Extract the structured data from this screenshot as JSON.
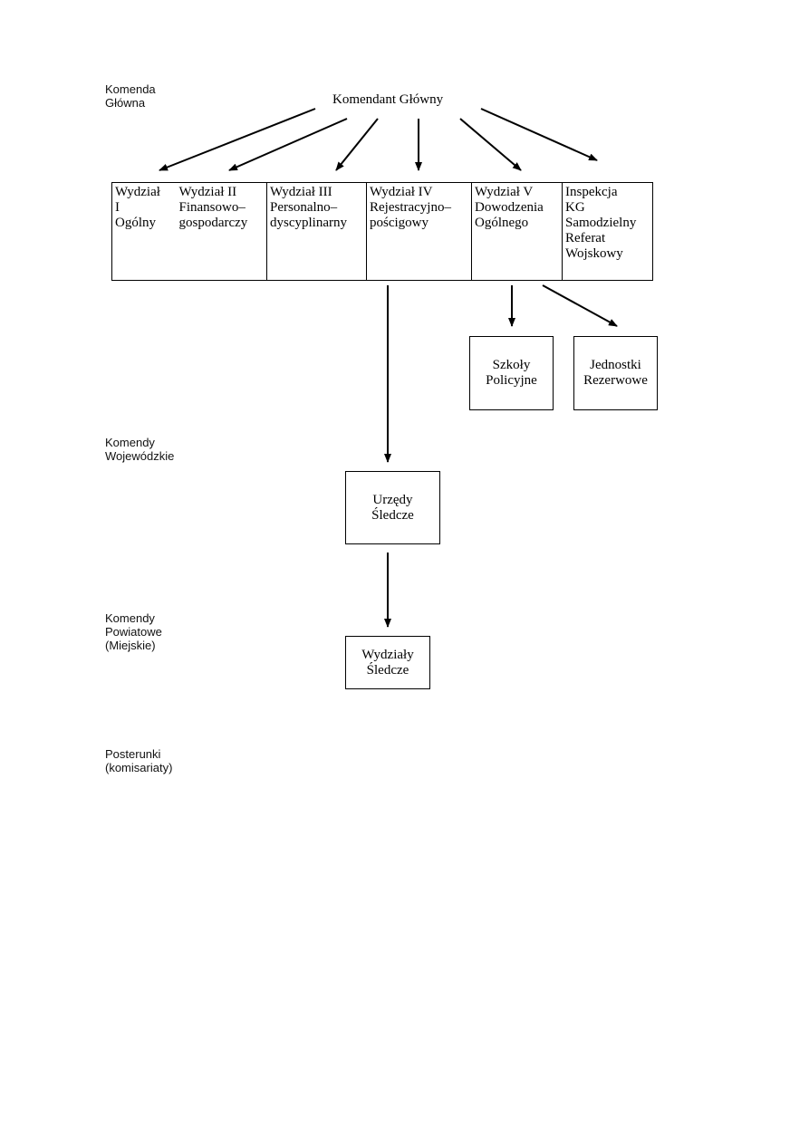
{
  "levels": {
    "glowna": "Komenda\nGłówna",
    "wojewodzkie": "Komendy\nWojewódzkie",
    "powiatowe": "Komendy\nPowiatowe\n(Miejskie)",
    "posterunki": "Posterunki\n(komisariaty)"
  },
  "top": {
    "title": "Komendant Główny"
  },
  "divisions": [
    {
      "text": "Wydział\nI\nOgólny"
    },
    {
      "text": "Wydział II\nFinansowo–\ngospodarczy"
    },
    {
      "text": "Wydział III\nPersonalno–\ndyscyplinarny"
    },
    {
      "text": "Wydział IV\nRejestracyjno–\npościgowy"
    },
    {
      "text": "Wydział V\nDowodzenia\nOgólnego"
    },
    {
      "text": "Inspekcja\nKG\nSamodzielny\nReferat\nWojskowy"
    }
  ],
  "sub_units": {
    "szkoly": "Szkoły\nPolicyjne",
    "jednostki": "Jednostki\nRezerwowe"
  },
  "regional": {
    "urzedy": "Urzędy\nŚledcze"
  },
  "district": {
    "wydzialy": "Wydziały\nŚledcze"
  }
}
